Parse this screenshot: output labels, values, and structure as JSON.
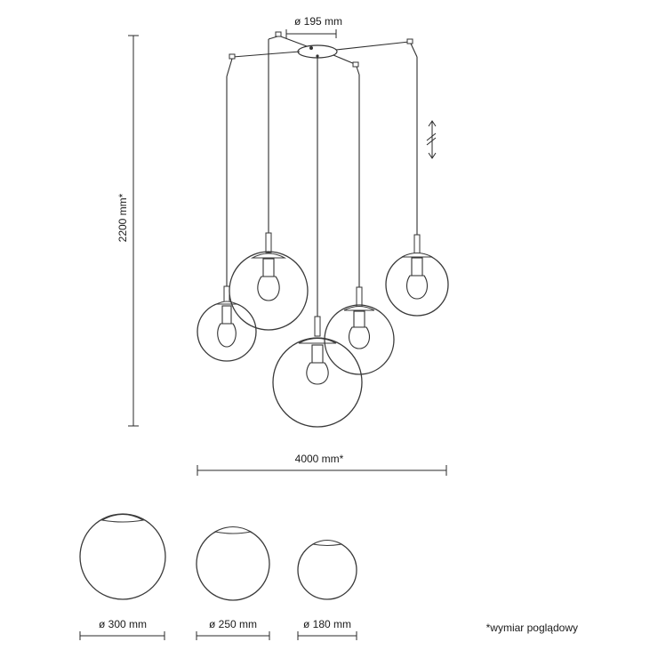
{
  "dimensions": {
    "canopy_diameter": "ø 195 mm",
    "height": "2200 mm*",
    "width": "4000 mm*"
  },
  "globe_sizes": [
    {
      "label": "ø 300 mm"
    },
    {
      "label": "ø 250 mm"
    },
    {
      "label": "ø 180 mm"
    }
  ],
  "footnote": "*wymiar poglądowy",
  "icons": {
    "adjustable_cord": "double-arrow-break-icon"
  }
}
